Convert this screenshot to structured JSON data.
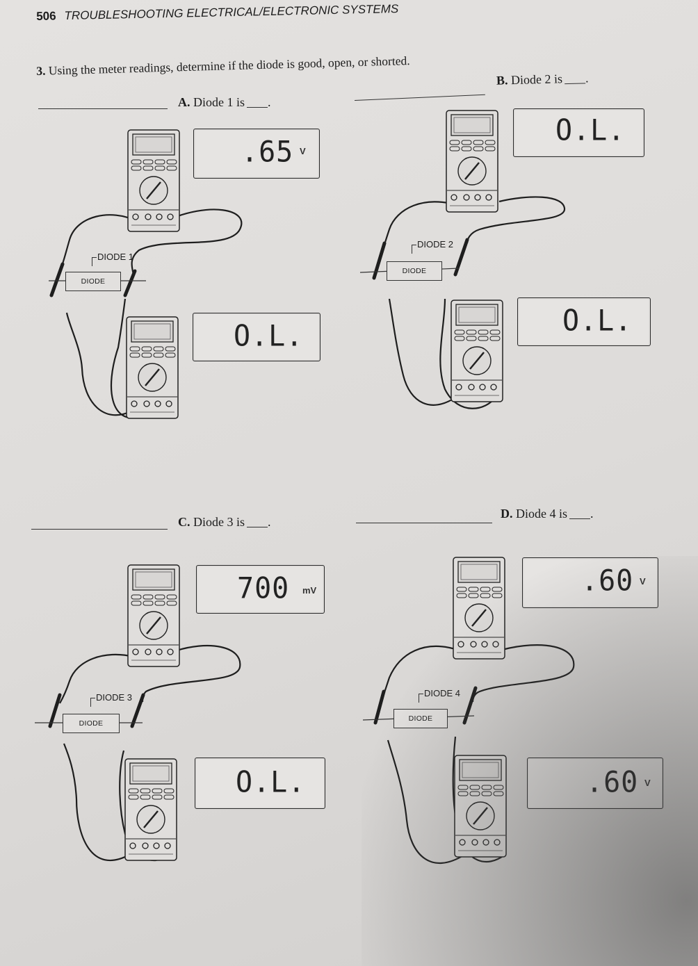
{
  "header": {
    "page_number": "506",
    "title": "TROUBLESHOOTING ELECTRICAL/ELECTRONIC SYSTEMS"
  },
  "question": {
    "number": "3.",
    "text": "Using the meter readings, determine if the diode is good, open, or shorted."
  },
  "parts": [
    {
      "letter": "A.",
      "text": "Diode 1 is",
      "diode_label": "DIODE 1",
      "box_label": "DIODE",
      "top_reading": {
        "value": ".65",
        "unit": "V"
      },
      "bottom_reading": {
        "value": "O.L.",
        "unit": ""
      }
    },
    {
      "letter": "B.",
      "text": "Diode 2 is",
      "diode_label": "DIODE 2",
      "box_label": "DIODE",
      "top_reading": {
        "value": "O.L.",
        "unit": ""
      },
      "bottom_reading": {
        "value": "O.L.",
        "unit": ""
      }
    },
    {
      "letter": "C.",
      "text": "Diode 3 is",
      "diode_label": "DIODE 3",
      "box_label": "DIODE",
      "top_reading": {
        "value": "700",
        "unit": "mV"
      },
      "bottom_reading": {
        "value": "O.L.",
        "unit": ""
      }
    },
    {
      "letter": "D.",
      "text": "Diode 4 is",
      "diode_label": "DIODE 4",
      "box_label": "DIODE",
      "top_reading": {
        "value": ".60",
        "unit": "V"
      },
      "bottom_reading": {
        "value": ".60",
        "unit": "V"
      }
    }
  ]
}
